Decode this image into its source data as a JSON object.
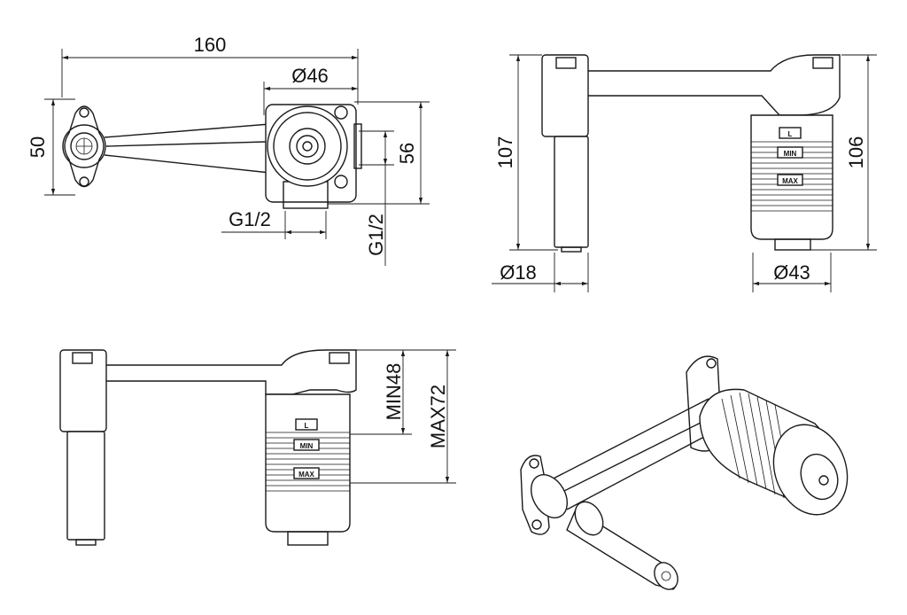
{
  "top_view": {
    "width": "160",
    "body_diameter": "Ø46",
    "bracket_height": "50",
    "body_height": "56",
    "outlet_thread": "G1/2",
    "side_thread": "G1/2"
  },
  "front_view": {
    "pipe_height": "107",
    "cartridge_height": "106",
    "pipe_diameter": "Ø18",
    "cartridge_diameter": "Ø43",
    "cartridge_label_l": "L",
    "cartridge_label_min": "MIN",
    "cartridge_label_max": "MAX"
  },
  "side_view": {
    "min_depth": "MIN48",
    "max_depth": "MAX72",
    "cartridge_label_l": "L",
    "cartridge_label_min": "MIN",
    "cartridge_label_max": "MAX"
  },
  "line_color": "#1a1a1a"
}
